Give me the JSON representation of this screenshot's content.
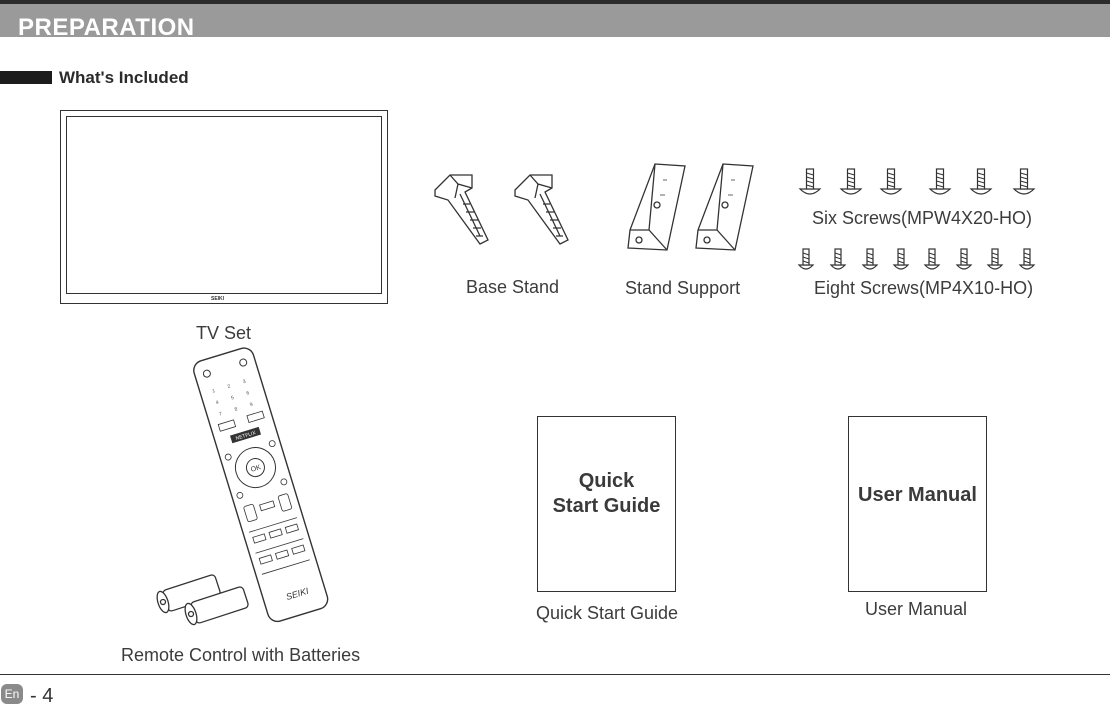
{
  "header": {
    "title": "PREPARATION"
  },
  "section": {
    "title": "What's Included"
  },
  "items": {
    "tv_set": {
      "caption": "TV Set",
      "logo_text": "SEIKI"
    },
    "base_stand": {
      "caption": "Base Stand"
    },
    "stand_support": {
      "caption": "Stand Support"
    },
    "six_screws": {
      "caption": "Six Screws(MPW4X20-HO)"
    },
    "eight_screws": {
      "caption": "Eight Screws(MP4X10-HO)"
    },
    "remote": {
      "caption": "Remote Control with Batteries",
      "ok_label": "OK",
      "netflix_label": "NETFLIX",
      "brand_label": "SEIKI"
    },
    "quick_start": {
      "cover_line1": "Quick",
      "cover_line2": "Start Guide",
      "caption": "Quick Start Guide"
    },
    "user_manual": {
      "cover_title": "User Manual",
      "caption": "User Manual"
    }
  },
  "footer": {
    "lang_badge": "En",
    "page_label": "- 4"
  }
}
